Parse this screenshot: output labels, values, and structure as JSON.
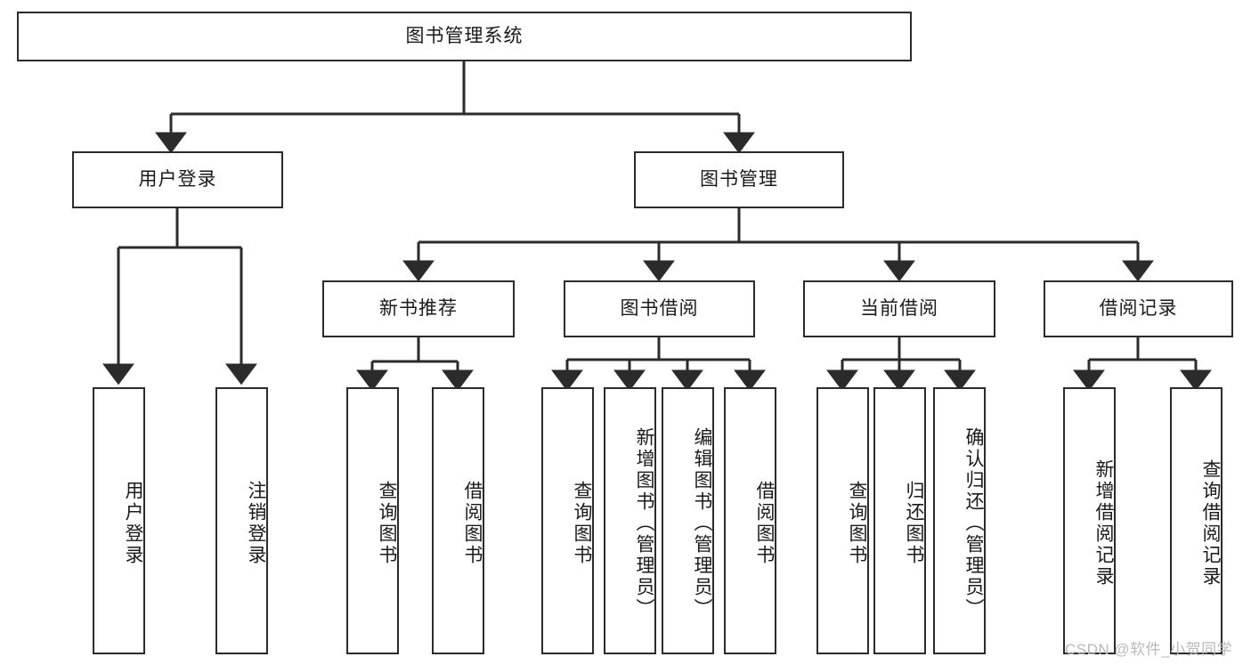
{
  "diagram": {
    "title": "图书管理系统",
    "type": "functional-structure-tree",
    "root": {
      "label": "图书管理系统"
    },
    "level2": [
      {
        "label": "用户登录"
      },
      {
        "label": "图书管理"
      }
    ],
    "level3": [
      {
        "label": "新书推荐"
      },
      {
        "label": "图书借阅"
      },
      {
        "label": "当前借阅"
      },
      {
        "label": "借阅记录"
      }
    ],
    "leaves_user_login": [
      {
        "label": "用户登录"
      },
      {
        "label": "注销登录"
      }
    ],
    "leaves_new_book": [
      {
        "label": "查询图书"
      },
      {
        "label": "借阅图书"
      }
    ],
    "leaves_borrow": [
      {
        "label": "查询图书"
      },
      {
        "label": "新增图书（管理员）"
      },
      {
        "label": "编辑图书（管理员）"
      },
      {
        "label": "借阅图书"
      }
    ],
    "leaves_current": [
      {
        "label": "查询图书"
      },
      {
        "label": "归还图书"
      },
      {
        "label": "确认归还（管理员）"
      }
    ],
    "leaves_record": [
      {
        "label": "新增借阅记录"
      },
      {
        "label": "查询借阅记录"
      }
    ]
  },
  "watermark": {
    "text": "CSDN @软件_小贺同学"
  },
  "colors": {
    "stroke": "#2b2b2b",
    "node_fill": "#ffffff",
    "text": "#1a1a1a",
    "watermark": "#b9b9b9",
    "background": "#ffffff"
  }
}
